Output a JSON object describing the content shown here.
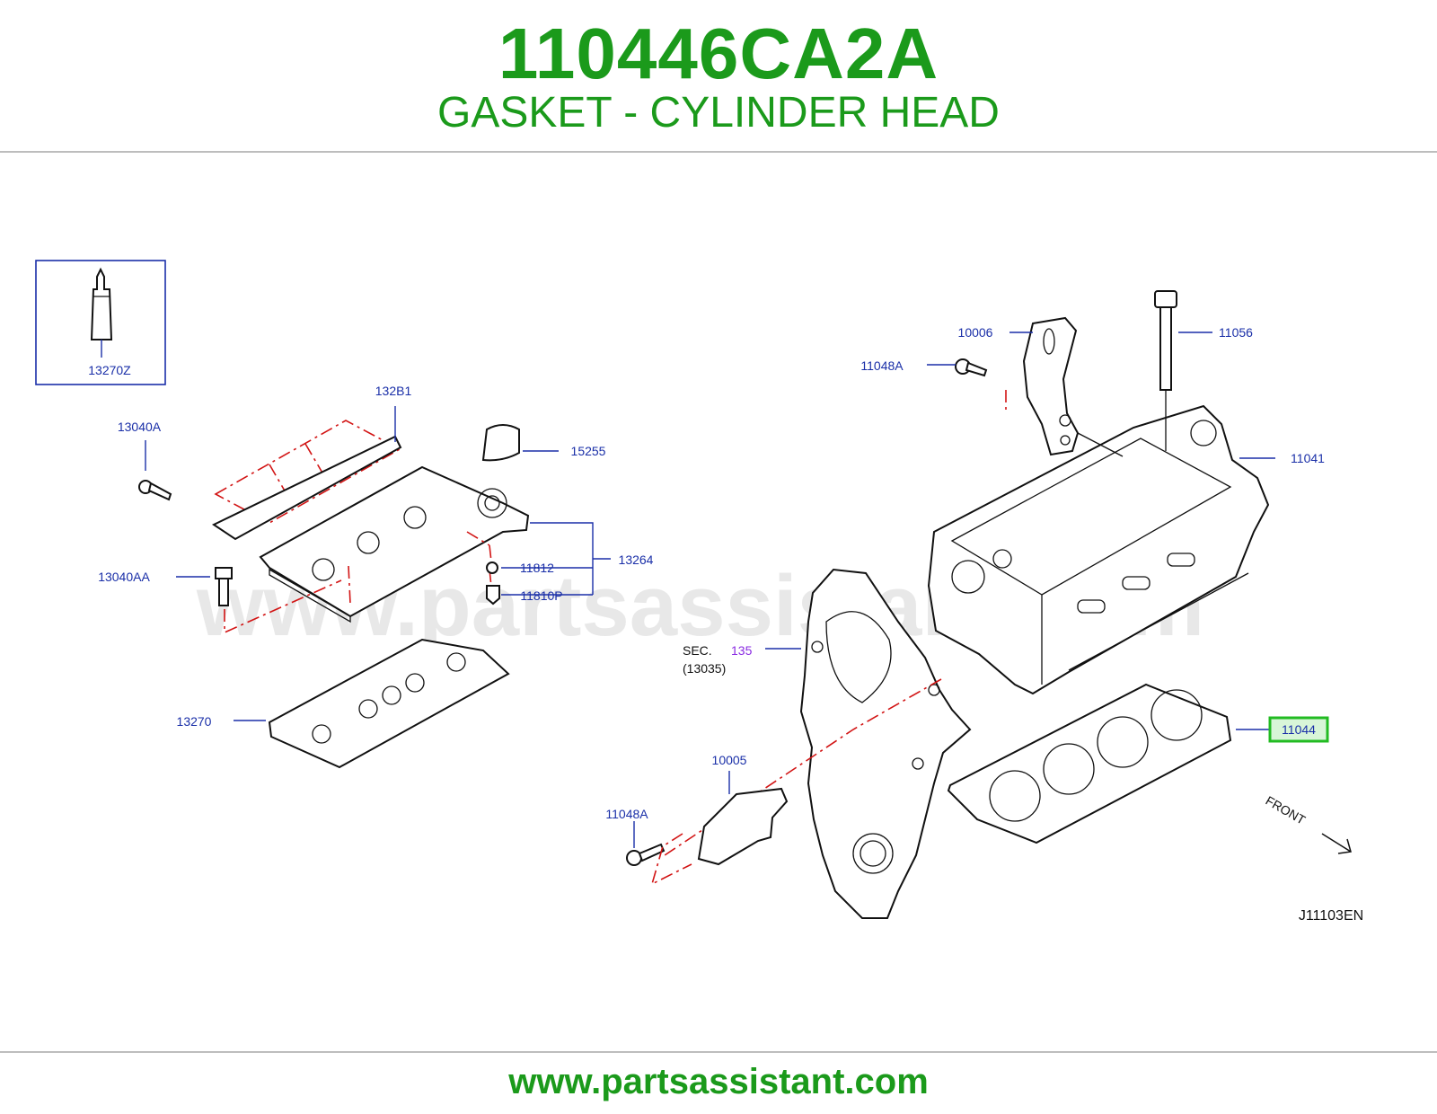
{
  "header": {
    "part_number": "110446CA2A",
    "part_name": "GASKET - CYLINDER HEAD"
  },
  "diagram": {
    "watermark": "www.partsassistant.com",
    "figure_code": "J11103EN",
    "front_label": "FRONT",
    "section_ref": {
      "prefix": "SEC.",
      "number": "135",
      "sub": "(13035)"
    },
    "callouts": {
      "c13270Z": "13270Z",
      "c132B1": "132B1",
      "c13040A": "13040A",
      "c15255": "15255",
      "c13264": "13264",
      "c11812": "11812",
      "c11810P": "11810P",
      "c13040AA": "13040AA",
      "c13270": "13270",
      "c10006": "10006",
      "c11056": "11056",
      "c11048A_top": "11048A",
      "c11041": "11041",
      "c11044": "11044",
      "c10005": "10005",
      "c11048A_bottom": "11048A"
    },
    "highlighted_callout": "11044",
    "colors": {
      "callout_text": "#1a2fa8",
      "highlight": "#22bb22",
      "explode_line": "#d21414",
      "section_number": "#8a2be2"
    }
  },
  "footer": {
    "url": "www.partsassistant.com"
  }
}
